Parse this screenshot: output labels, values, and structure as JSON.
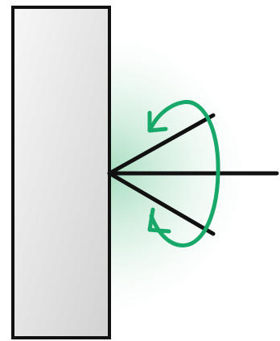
{
  "diagram": {
    "colors": {
      "plate_stroke": "#111111",
      "plate_fill_light": "#f7f7f7",
      "plate_fill_dark": "#d6d6d6",
      "rod": "#111111",
      "rotation_arrow": "#17a86a",
      "glow": "#5cc08c"
    },
    "elements": [
      "wall-plate",
      "horizontal-rod",
      "upper-angled-rod",
      "lower-angled-rod",
      "rotation-ellipse-arrow"
    ]
  }
}
